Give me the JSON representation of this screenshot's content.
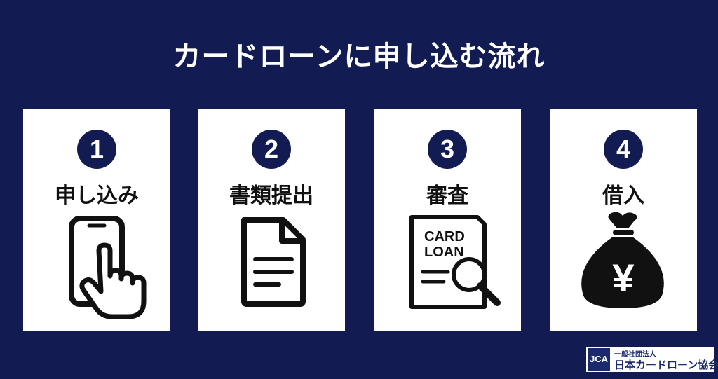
{
  "title": "カードローンに申し込む流れ",
  "steps": [
    {
      "number": "1",
      "label": "申し込み",
      "icon": "smartphone-tap-icon"
    },
    {
      "number": "2",
      "label": "書類提出",
      "icon": "document-icon"
    },
    {
      "number": "3",
      "label": "審査",
      "icon": "card-loan-review-icon",
      "doc_line1": "CARD",
      "doc_line2": "LOAN"
    },
    {
      "number": "4",
      "label": "借入",
      "icon": "yen-money-bag-icon",
      "symbol": "¥"
    }
  ],
  "logo": {
    "abbr": "JCA",
    "top_text": "一般社団法人",
    "name": "日本カードローン協会"
  },
  "colors": {
    "background": "#131c52",
    "card": "#ffffff",
    "icon": "#111111"
  }
}
